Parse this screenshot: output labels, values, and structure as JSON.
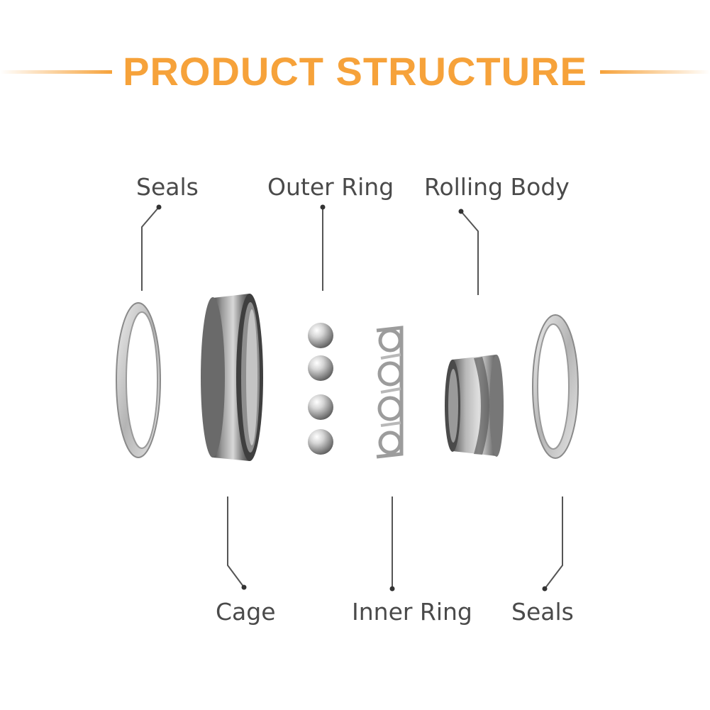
{
  "header": {
    "title": "PRODUCT STRUCTURE"
  },
  "labels": {
    "top": [
      "Seals",
      "Outer Ring",
      "Rolling Body"
    ],
    "bottom": [
      "Cage",
      "Inner Ring",
      "Seals"
    ]
  },
  "colors": {
    "accent": "#f6a23a",
    "text": "#4a4a4a",
    "leader": "#555555"
  }
}
